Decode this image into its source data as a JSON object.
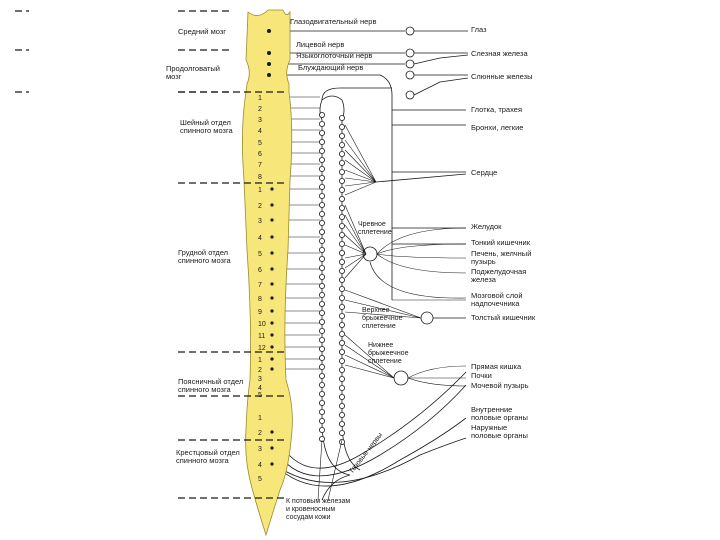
{
  "colors": {
    "cord": "#f7e67a",
    "cord_stroke": "#9a8a30",
    "ink": "#1a1a1a"
  },
  "regions": [
    {
      "id": "midbrain",
      "lines": [
        "Средний мозг"
      ]
    },
    {
      "id": "medulla",
      "lines": [
        "Продолговатый",
        "мозг"
      ]
    },
    {
      "id": "cervical",
      "lines": [
        "Шейный отдел",
        "спинного мозга"
      ]
    },
    {
      "id": "thoracic",
      "lines": [
        "Грудной отдел",
        "спинного мозга"
      ]
    },
    {
      "id": "lumbar",
      "lines": [
        "Поясничный отдел",
        "спинного мозга"
      ]
    },
    {
      "id": "sacral",
      "lines": [
        "Крестцовый отдел",
        "спинного мозга"
      ]
    }
  ],
  "segments": {
    "cervical": [
      "1",
      "2",
      "3",
      "4",
      "5",
      "6",
      "7",
      "8"
    ],
    "thoracic": [
      "1",
      "2",
      "3",
      "4",
      "5",
      "6",
      "7",
      "8",
      "9",
      "10",
      "11",
      "12"
    ],
    "lumbar": [
      "1",
      "2",
      "3",
      "4",
      "5"
    ],
    "sacral": [
      "1",
      "2",
      "3",
      "4",
      "5"
    ]
  },
  "nerves": [
    {
      "id": "oculomotor",
      "text": "Глазодвигательный нерв"
    },
    {
      "id": "facial",
      "text": "Лицевой нерв"
    },
    {
      "id": "glossopharyngeal",
      "text": "Языкоглоточный нерв"
    },
    {
      "id": "vagus",
      "text": "Блуждающий нерв"
    }
  ],
  "organs": [
    {
      "id": "eye",
      "lines": [
        "Глаз"
      ]
    },
    {
      "id": "lacrimal",
      "lines": [
        "Слезная железа"
      ]
    },
    {
      "id": "salivary",
      "lines": [
        "Слюнные железы"
      ]
    },
    {
      "id": "pharynx",
      "lines": [
        "Глотка, трахея"
      ]
    },
    {
      "id": "bronchi",
      "lines": [
        "Бронхи, легкие"
      ]
    },
    {
      "id": "heart",
      "lines": [
        "Сердце"
      ]
    },
    {
      "id": "stomach",
      "lines": [
        "Желудок"
      ]
    },
    {
      "id": "small_intestine",
      "lines": [
        "Тонкий кишечник"
      ]
    },
    {
      "id": "liver",
      "lines": [
        "Печень, желчный",
        "пузырь"
      ]
    },
    {
      "id": "pancreas",
      "lines": [
        "Поджелудочная",
        "железа"
      ]
    },
    {
      "id": "adrenal",
      "lines": [
        "Мозговой слой",
        "надпочечника"
      ]
    },
    {
      "id": "colon",
      "lines": [
        "Толстый кишечник"
      ]
    },
    {
      "id": "rectum",
      "lines": [
        "Прямая кишка"
      ]
    },
    {
      "id": "kidneys",
      "lines": [
        "Почки"
      ]
    },
    {
      "id": "bladder",
      "lines": [
        "Мочевой пузырь"
      ]
    },
    {
      "id": "internal_genital",
      "lines": [
        "Внутренние",
        "половые органы"
      ]
    },
    {
      "id": "external_genital",
      "lines": [
        "Наружные",
        "половые органы"
      ]
    }
  ],
  "plexuses": [
    {
      "id": "celiac",
      "lines": [
        "Чревное",
        "сплетение"
      ]
    },
    {
      "id": "superior_mesenteric",
      "lines": [
        "Верхнее",
        "брыжеечное",
        "сплетение"
      ]
    },
    {
      "id": "inferior_mesenteric",
      "lines": [
        "Нижнее",
        "брыжеечное",
        "сплетение"
      ]
    }
  ],
  "pelvic_nerves": "Тазовые нервы",
  "skin_note": [
    "К потовым железам",
    "и кровеносным",
    "сосудам кожи"
  ]
}
